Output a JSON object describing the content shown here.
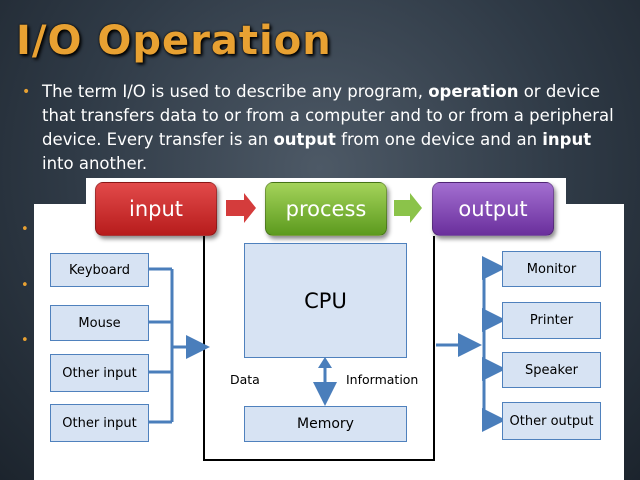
{
  "slide": {
    "title": "I/O Operation",
    "bullet": {
      "part1": "The term I/O is used to describe any program, ",
      "bold1": "operation",
      "part2": " or device that transfers data to or from a computer and to or from a peripheral device. Every transfer is an ",
      "bold2": "output",
      "part3": " from one device and an ",
      "bold3": "input",
      "part4": " into another."
    },
    "bullet_glyph": "•"
  },
  "flow": {
    "input": "input",
    "process": "process",
    "output": "output"
  },
  "diagram": {
    "inputs": [
      "Keyboard",
      "Mouse",
      "Other input",
      "Other input"
    ],
    "outputs": [
      "Monitor",
      "Printer",
      "Speaker",
      "Other output"
    ],
    "cpu": "CPU",
    "memory": "Memory",
    "data_label": "Data",
    "information_label": "Information"
  },
  "colors": {
    "title": "#e8a132",
    "input_pill": "#c62828",
    "process_pill": "#7cb342",
    "output_pill": "#8e44ad",
    "box_fill": "#d7e3f3",
    "box_border": "#4f81bd",
    "connector": "#4a7ebb"
  }
}
